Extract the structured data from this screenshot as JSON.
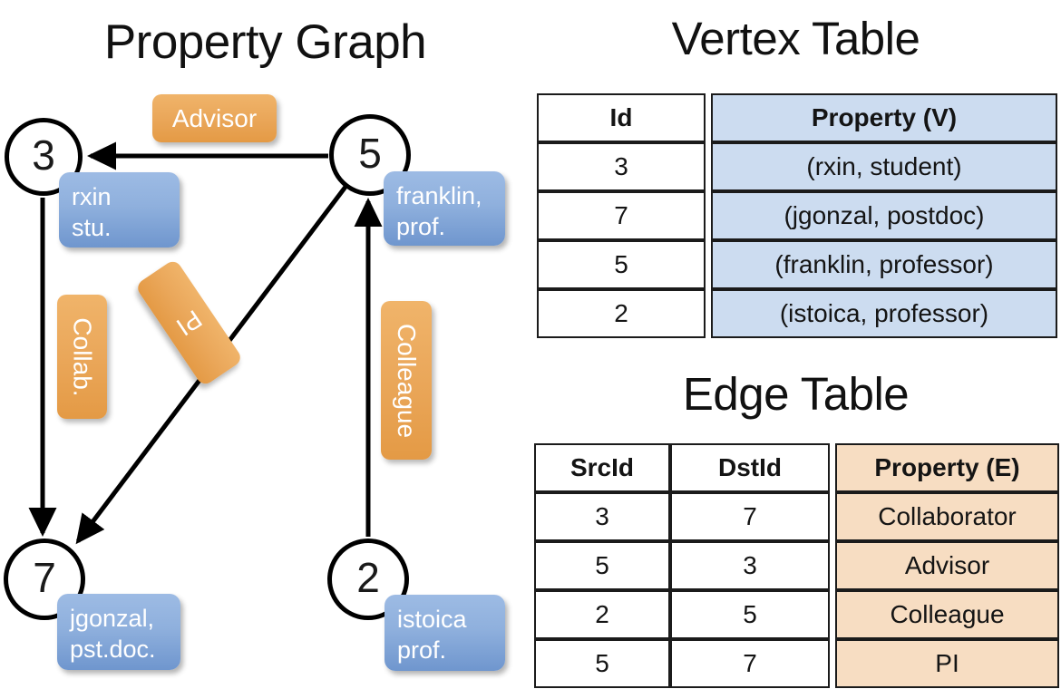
{
  "titles": {
    "property_graph": "Property Graph",
    "vertex_table": "Vertex Table",
    "edge_table": "Edge Table"
  },
  "graph": {
    "vertices": [
      {
        "id": "3",
        "property_label": "rxin\nstu.",
        "line1": "rxin",
        "line2": "stu."
      },
      {
        "id": "5",
        "property_label": "franklin,\nprof.",
        "line1": "franklin,",
        "line2": "prof."
      },
      {
        "id": "7",
        "property_label": "jgonzal,\npst.doc.",
        "line1": "jgonzal,",
        "line2": "pst.doc."
      },
      {
        "id": "2",
        "property_label": "istoica\nprof.",
        "line1": "istoica",
        "line2": "prof."
      }
    ],
    "edge_labels": [
      {
        "name": "advisor",
        "text": "Advisor",
        "orientation": "horizontal"
      },
      {
        "name": "collab",
        "text": "Collab.",
        "orientation": "vertical"
      },
      {
        "name": "pi",
        "text": "PI",
        "orientation": "diagonal"
      },
      {
        "name": "colleague",
        "text": "Colleague",
        "orientation": "vertical"
      }
    ],
    "edges": [
      {
        "from": "5",
        "to": "3",
        "label": "Advisor"
      },
      {
        "from": "3",
        "to": "7",
        "label": "Collab."
      },
      {
        "from": "5",
        "to": "7",
        "label": "PI"
      },
      {
        "from": "2",
        "to": "5",
        "label": "Colleague"
      }
    ],
    "colors": {
      "vertex_property_box": "#8fb0dd",
      "edge_label_box": "#eaa75a",
      "node_stroke": "#000000"
    }
  },
  "vertex_table": {
    "headers": [
      "Id",
      "Property (V)"
    ],
    "rows": [
      {
        "id": "3",
        "property": "(rxin, student)"
      },
      {
        "id": "7",
        "property": "(jgonzal, postdoc)"
      },
      {
        "id": "5",
        "property": "(franklin, professor)"
      },
      {
        "id": "2",
        "property": "(istoica, professor)"
      }
    ],
    "property_column_color": "#ccdcf0"
  },
  "edge_table": {
    "headers": [
      "SrcId",
      "DstId",
      "Property (E)"
    ],
    "rows": [
      {
        "src": "3",
        "dst": "7",
        "property": "Collaborator"
      },
      {
        "src": "5",
        "dst": "3",
        "property": "Advisor"
      },
      {
        "src": "2",
        "dst": "5",
        "property": "Colleague"
      },
      {
        "src": "5",
        "dst": "7",
        "property": "PI"
      }
    ],
    "property_column_color": "#f7ddc2"
  }
}
